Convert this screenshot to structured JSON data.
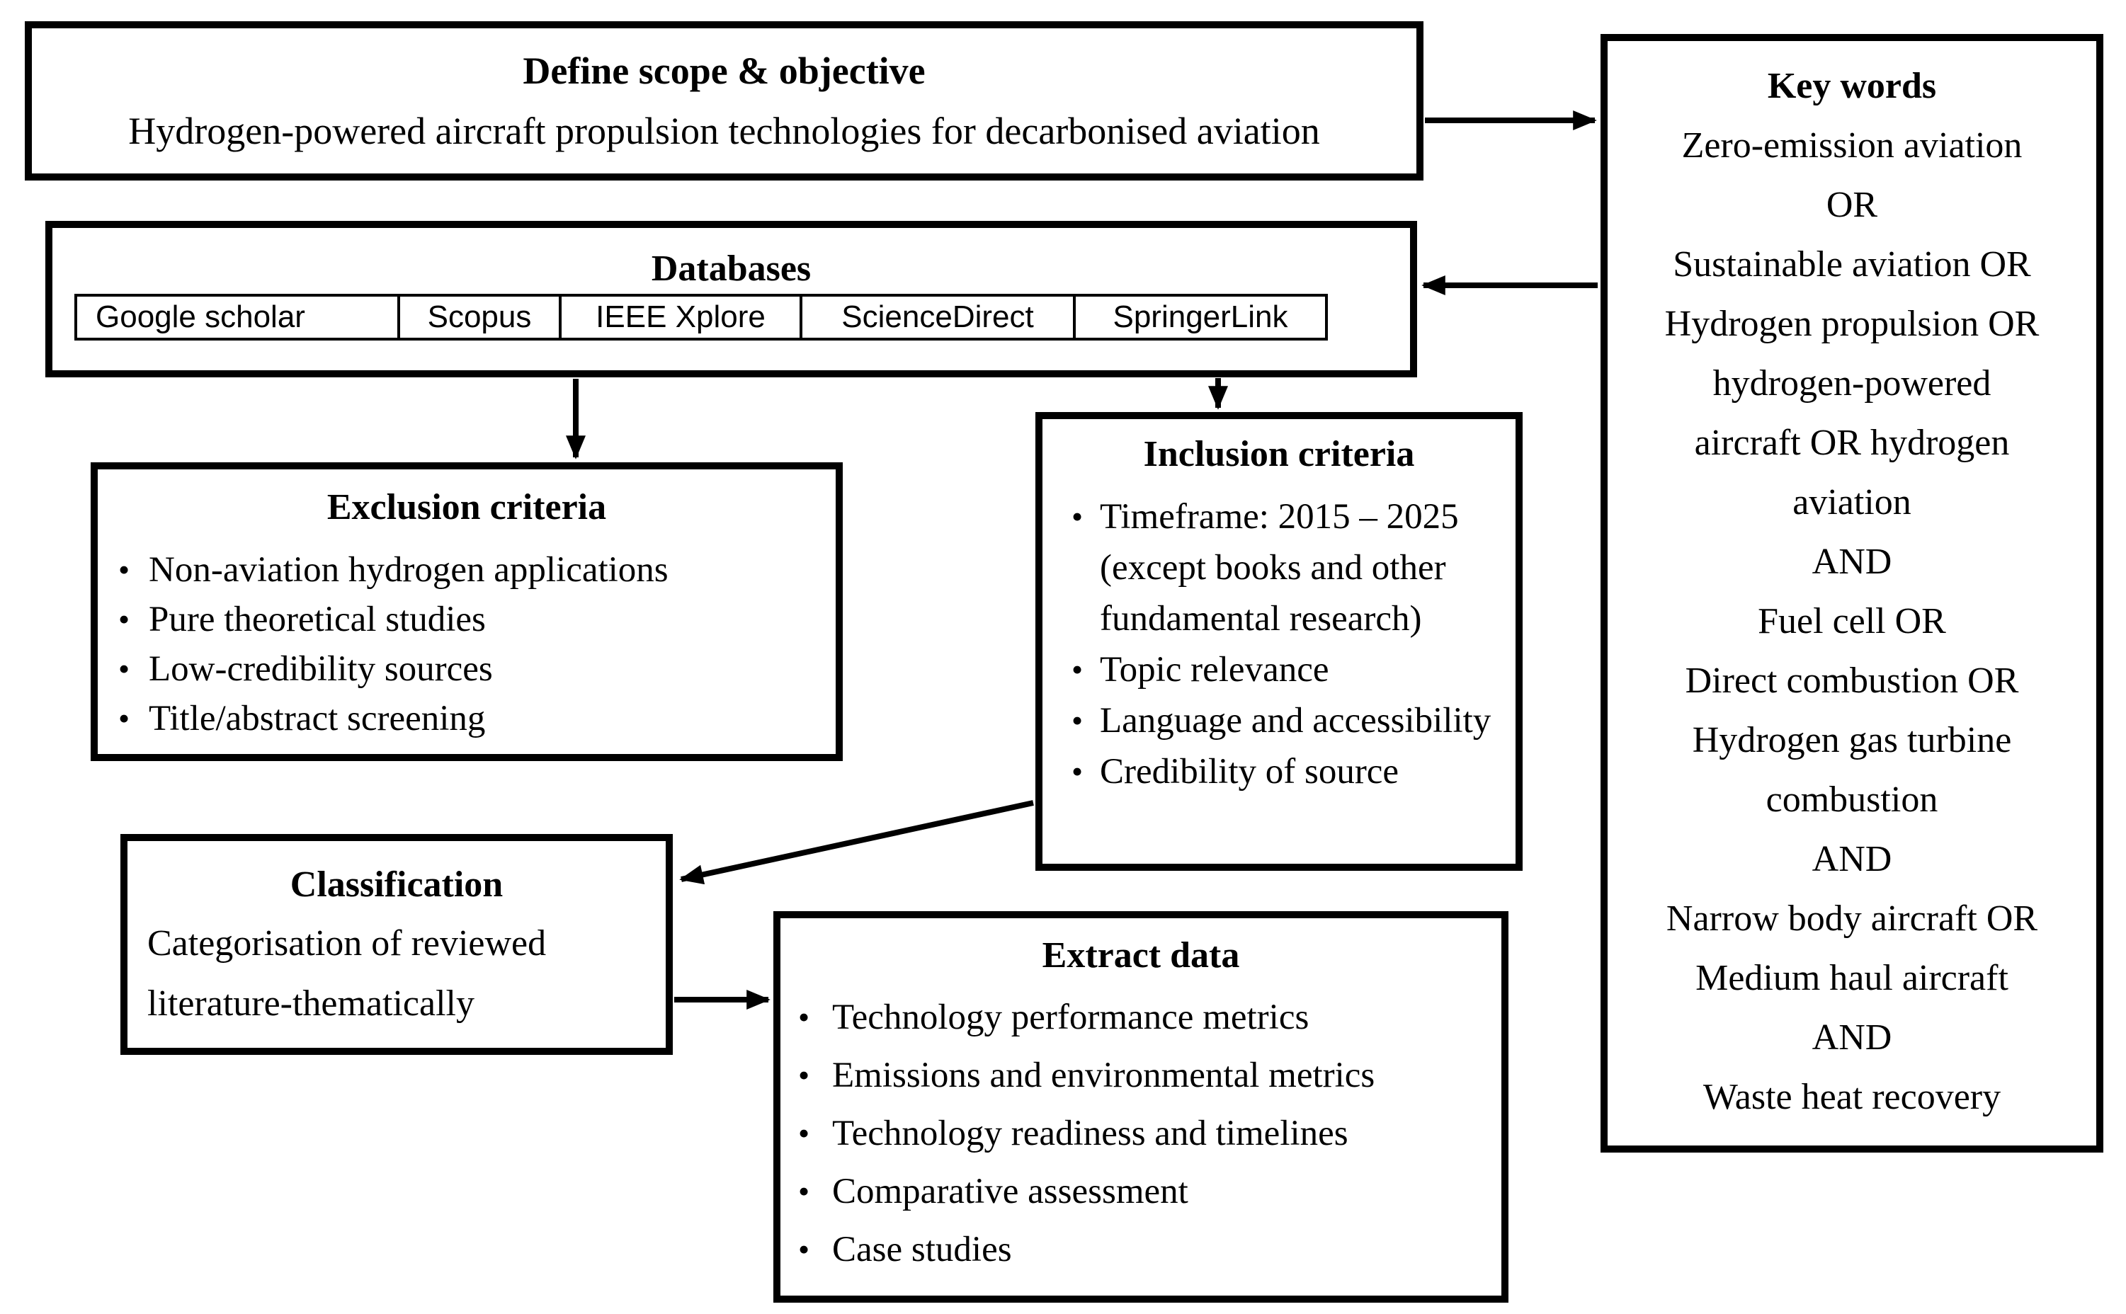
{
  "meta": {
    "bullet_char": "•"
  },
  "colors": {
    "ink": "#000000",
    "paper": "#ffffff"
  },
  "diagram": {
    "define_scope": {
      "title": "Define scope & objective",
      "subtitle": "Hydrogen-powered aircraft propulsion technologies for decarbonised aviation"
    },
    "databases": {
      "title": "Databases",
      "sources": [
        "Google scholar",
        "Scopus",
        "IEEE Xplore",
        "ScienceDirect",
        "SpringerLink"
      ]
    },
    "keywords": {
      "title": "Key words",
      "lines": [
        "Zero-emission aviation",
        "OR",
        "Sustainable aviation OR",
        "Hydrogen propulsion OR",
        "hydrogen-powered",
        "aircraft OR hydrogen",
        "aviation",
        "AND",
        "Fuel cell OR",
        "Direct combustion OR",
        "Hydrogen gas turbine",
        "combustion",
        "AND",
        "Narrow body aircraft OR",
        "Medium haul aircraft",
        "AND",
        "Waste heat recovery"
      ]
    },
    "exclusion": {
      "title": "Exclusion criteria",
      "bullets": [
        "Non-aviation hydrogen applications",
        "Pure theoretical studies",
        "Low-credibility sources",
        "Title/abstract screening"
      ]
    },
    "inclusion": {
      "title": "Inclusion criteria",
      "bullets": [
        "Timeframe: 2015 – 2025 (except books and other fundamental research)",
        "Topic relevance",
        "Language and accessibility",
        "Credibility of source"
      ]
    },
    "classification": {
      "title": "Classification",
      "body": "Categorisation of reviewed literature-thematically"
    },
    "extract": {
      "title": "Extract data",
      "bullets": [
        "Technology performance metrics",
        "Emissions and environmental metrics",
        "Technology readiness and timelines",
        "Comparative assessment",
        "Case studies"
      ]
    }
  }
}
